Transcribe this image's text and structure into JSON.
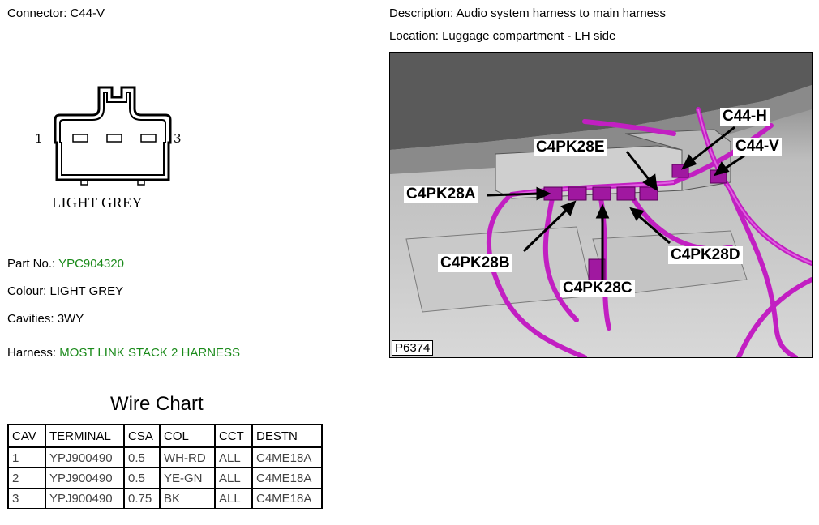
{
  "connector": {
    "label": "Connector:",
    "value": "C44-V"
  },
  "description": {
    "label": "Description:",
    "value": "Audio system harness to main harness"
  },
  "location": {
    "label": "Location:",
    "value": "Luggage compartment - LH side"
  },
  "diagram": {
    "pin_left": "1",
    "pin_right": "3",
    "colour_text": "LIGHT GREY"
  },
  "part_no": {
    "label": "Part No.:",
    "value": "YPC904320"
  },
  "colour": {
    "label": "Colour:",
    "value": "LIGHT GREY"
  },
  "cavities": {
    "label": "Cavities:",
    "value": "3WY"
  },
  "harness": {
    "label": "Harness:",
    "value": "MOST LINK STACK 2 HARNESS"
  },
  "wire_chart": {
    "title": "Wire Chart",
    "headers": [
      "CAV",
      "TERMINAL",
      "CSA",
      "COL",
      "CCT",
      "DESTN"
    ],
    "rows": [
      [
        "1",
        "YPJ900490",
        "0.5",
        "WH-RD",
        "ALL",
        "C4ME18A"
      ],
      [
        "2",
        "YPJ900490",
        "0.5",
        "YE-GN",
        "ALL",
        "C4ME18A"
      ],
      [
        "3",
        "YPJ900490",
        "0.75",
        "BK",
        "ALL",
        "C4ME18A"
      ]
    ]
  },
  "photo": {
    "figure_id": "P6374",
    "callouts": [
      "C44-H",
      "C44-V",
      "C4PK28E",
      "C4PK28A",
      "C4PK28B",
      "C4PK28D",
      "C4PK28C"
    ],
    "harness_color": "#c21fc2"
  }
}
